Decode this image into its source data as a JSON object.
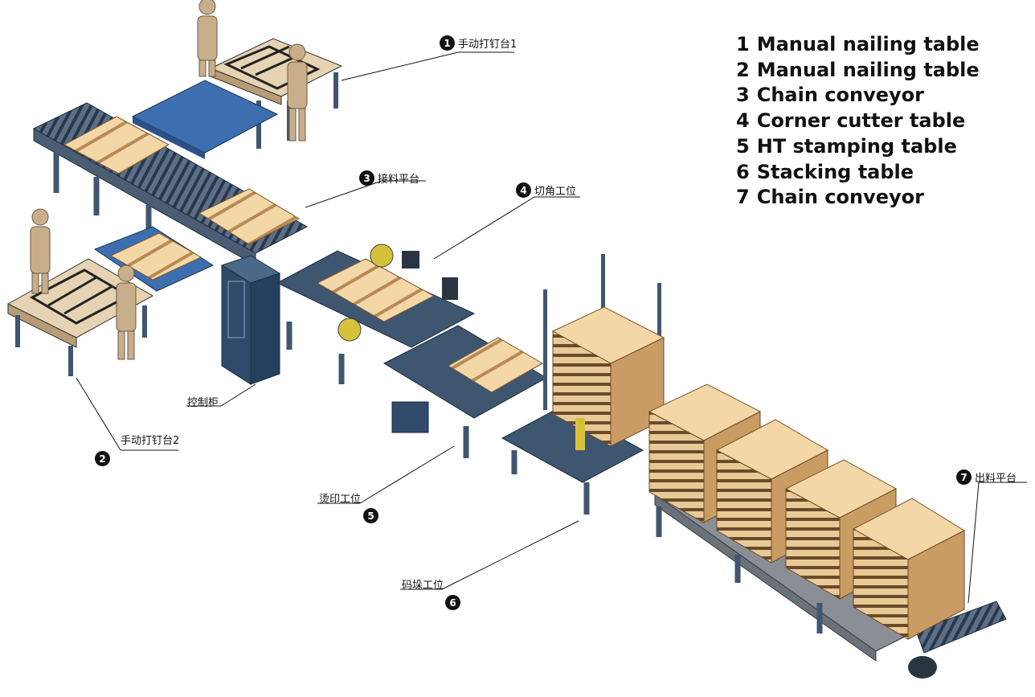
{
  "legend": [
    {
      "num": "1",
      "text": "Manual nailing table"
    },
    {
      "num": "2",
      "text": "Manual nailing table"
    },
    {
      "num": "3",
      "text": "Chain conveyor"
    },
    {
      "num": "4",
      "text": "Corner cutter table"
    },
    {
      "num": "5",
      "text": "HT stamping table"
    },
    {
      "num": "6",
      "text": "Stacking table"
    },
    {
      "num": "7",
      "text": "Chain conveyor"
    }
  ],
  "callouts": {
    "c1": {
      "num": "1",
      "label": "手动打钉台1"
    },
    "c2": {
      "num": "2",
      "label": "手动打钉台2"
    },
    "c3": {
      "num": "3",
      "label": "接料平台"
    },
    "c4": {
      "num": "4",
      "label": "切角工位"
    },
    "c5": {
      "num": "5",
      "label": "烫印工位"
    },
    "c6": {
      "num": "6",
      "label": "码垛工位"
    },
    "c7": {
      "num": "7",
      "label": "出料平台"
    },
    "cabinet": {
      "label": "控制柜"
    }
  },
  "colors": {
    "steel_frame": "#3f5670",
    "blue_plate": "#3d6fb0",
    "wood_light": "#f3d7a6",
    "wood_dark": "#c99c63",
    "worker": "#c9ae8c",
    "yellow_part": "#d6c23a",
    "cabinet": "#2f4a6a"
  }
}
